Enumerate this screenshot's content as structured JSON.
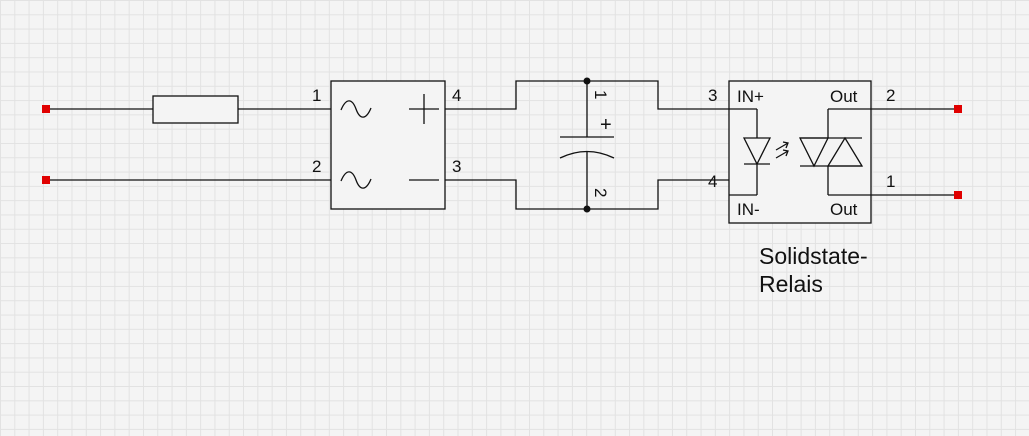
{
  "bridge": {
    "pin_ac1": "1",
    "pin_ac2": "2",
    "pin_plus": "4",
    "pin_minus": "3"
  },
  "capacitor": {
    "pin_top": "1",
    "pin_bottom": "2",
    "polarity": "+"
  },
  "relay": {
    "pin_in_plus": "3",
    "pin_in_minus": "4",
    "pin_out_top": "2",
    "pin_out_bottom": "1",
    "label_in_plus": "IN+",
    "label_in_minus": "IN-",
    "label_out_top": "Out",
    "label_out_bottom": "Out",
    "caption_line1": "Solidstate-",
    "caption_line2": "Relais"
  },
  "colors": {
    "terminal": "#e00000",
    "wire": "#111111",
    "grid": "#e2e2e2",
    "background": "#f4f4f4"
  }
}
